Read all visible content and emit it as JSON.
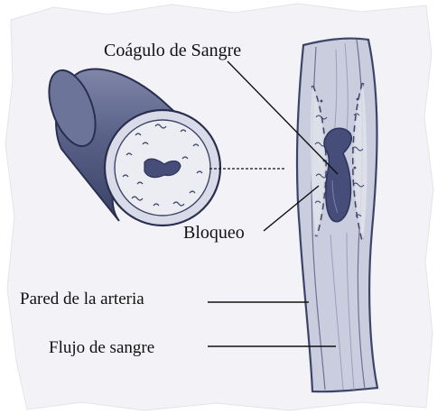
{
  "labels": {
    "clot": "Coágulo de Sangre",
    "blockage": "Bloqueo",
    "artery_wall": "Pared de la arteria",
    "blood_flow": "Flujo de sangre"
  },
  "colors": {
    "paper": "#f3f3f7",
    "artery_fill": "#c9cddd",
    "artery_dark": "#3d4469",
    "clot_fill": "#454d78",
    "ink": "#111111"
  }
}
